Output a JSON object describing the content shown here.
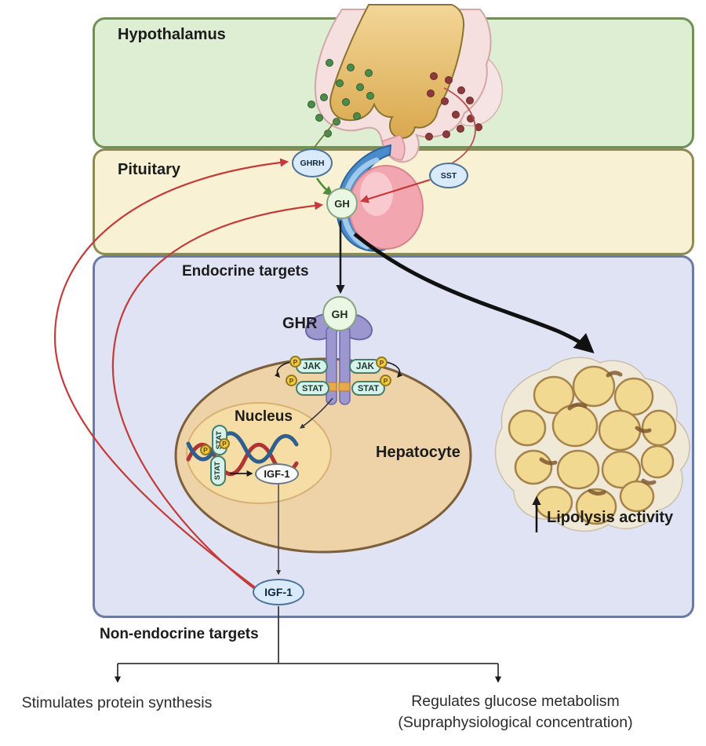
{
  "regions": {
    "hypothalamus": "Hypothalamus",
    "pituitary": "Pituitary",
    "endocrine_targets": "Endocrine targets",
    "non_endocrine_targets": "Non-endocrine targets"
  },
  "nodes": {
    "ghrh": "GHRH",
    "sst": "SST",
    "gh": "GH",
    "ghr": "GHR",
    "jak": "JAK",
    "stat": "STAT",
    "phospho": "P",
    "nucleus": "Nucleus",
    "hepatocyte": "Hepatocyte",
    "igf1": "IGF-1"
  },
  "annotations": {
    "lipolysis": "Lipolysis activity",
    "protein_synthesis": "Stimulates protein synthesis",
    "glucose_metabolism_line1": "Regulates glucose metabolism",
    "glucose_metabolism_line2": "(Supraphysiological concentration)"
  },
  "colors": {
    "hypothalamus_fill": "#ddeed3",
    "hypothalamus_border": "#6f9158",
    "pituitary_fill": "#f8f1d3",
    "pituitary_border": "#8d8a55",
    "endocrine_fill": "#dfe3f4",
    "endocrine_border": "#6b7ba3",
    "inhibition_red": "#c43b3b",
    "stimulation_green": "#4e8d3c",
    "hormone_oval_fill": "#d9eafb",
    "hormone_oval_border": "#4d7396",
    "gh_fill": "#e9f7e3",
    "receptor_purple": "#9d97cf",
    "jak_stat_fill": "#d9f2e9",
    "jak_stat_border": "#43806f",
    "phospho_yellow": "#f2ca40",
    "hepatocyte_fill": "#eed3a9",
    "nucleus_fill": "#f6dda6",
    "adipocyte_fill": "#f2d992",
    "arrow_black": "#1a1a1a"
  }
}
